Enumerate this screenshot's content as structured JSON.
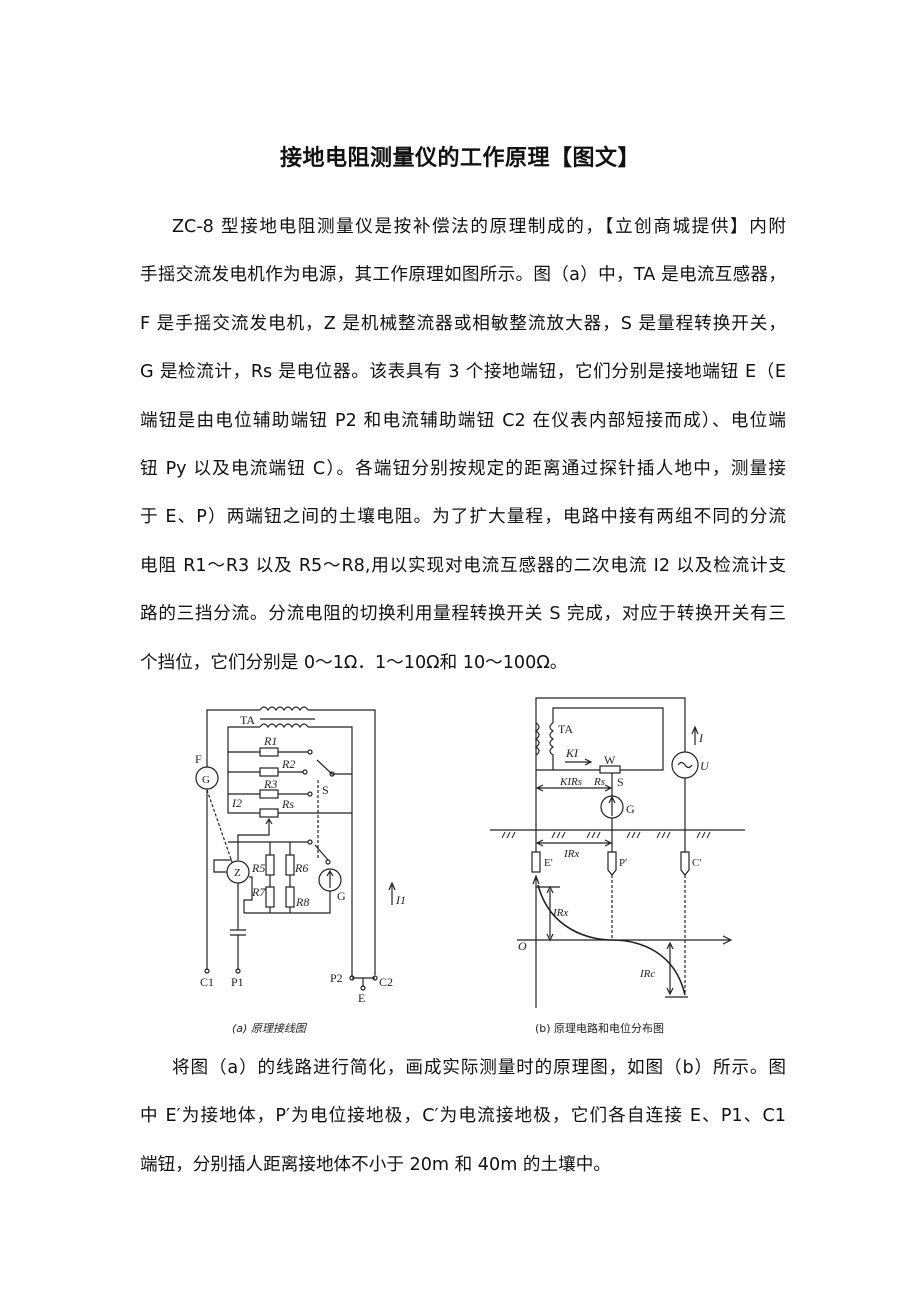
{
  "title": "接地电阻测量仪的工作原理【图文】",
  "paragraph1": [
    "ZC-8 型接地电阻测量仪是按补偿法的原理制成的，【立创商城提供】内附",
    "手摇交流发电机作为电源，其工作原理如图所示。图（a）中，TA 是电流互感器，",
    "F 是手摇交流发电机，Z 是机械整流器或相敏整流放大器，S 是量程转换开关，",
    "G 是检流计，Rs 是电位器。该表具有 3 个接地端钮，它们分别是接地端钮 E（E",
    "端钮是由电位辅助端钮 P2 和电流辅助端钮 C2 在仪表内部短接而成）、电位端",
    "钮 Py 以及电流端钮 C）。各端钮分别按规定的距离通过探针插人地中，测量接",
    "于 E、P）两端钮之间的土壤电阻。为了扩大量程，电路中接有两组不同的分流",
    "电阻 R1～R3 以及 R5～R8,用以实现对电流互感器的二次电流 I2 以及检流计支",
    "路的三挡分流。分流电阻的切换利用量程转换开关 S 完成，对应于转换开关有三",
    "个挡位，它们分别是 0～1Ω．1～10Ω和 10～100Ω。"
  ],
  "figure_a": {
    "caption": "(a) 原理接线图",
    "labels": {
      "TA": "TA",
      "F": "F",
      "G_gen": "G",
      "R1": "R1",
      "R2": "R2",
      "R3": "R3",
      "Rs": "Rs",
      "I2": "I2",
      "S": "S",
      "Z": "Z",
      "R5": "R5",
      "R6": "R6",
      "R7": "R7",
      "R8": "R8",
      "G": "G",
      "I1": "I1",
      "C1": "C1",
      "P1": "P1",
      "P2": "P2",
      "C2": "C2",
      "E": "E"
    }
  },
  "figure_b": {
    "caption": "(b) 原理电路和电位分布图",
    "labels": {
      "TA": "TA",
      "KI": "KI",
      "W": "W",
      "KIRs": "KIRs",
      "Rs": "Rs",
      "S": "S",
      "G": "G",
      "I": "I",
      "U": "U",
      "IRx_top": "IRx",
      "E": "E'",
      "P": "P'",
      "C": "C'",
      "IRx": "IRx",
      "O": "O",
      "IRc": "IRc"
    }
  },
  "paragraph2": [
    "将图（a）的线路进行简化，画成实际测量时的原理图，如图（b）所示。图",
    "中 E′为接地体，P′为电位接地极，C′为电流接地极，它们各自连接 E、P1、C1",
    "端钮，分别插人距离接地体不小于 20m 和 40m 的土壤中。"
  ]
}
